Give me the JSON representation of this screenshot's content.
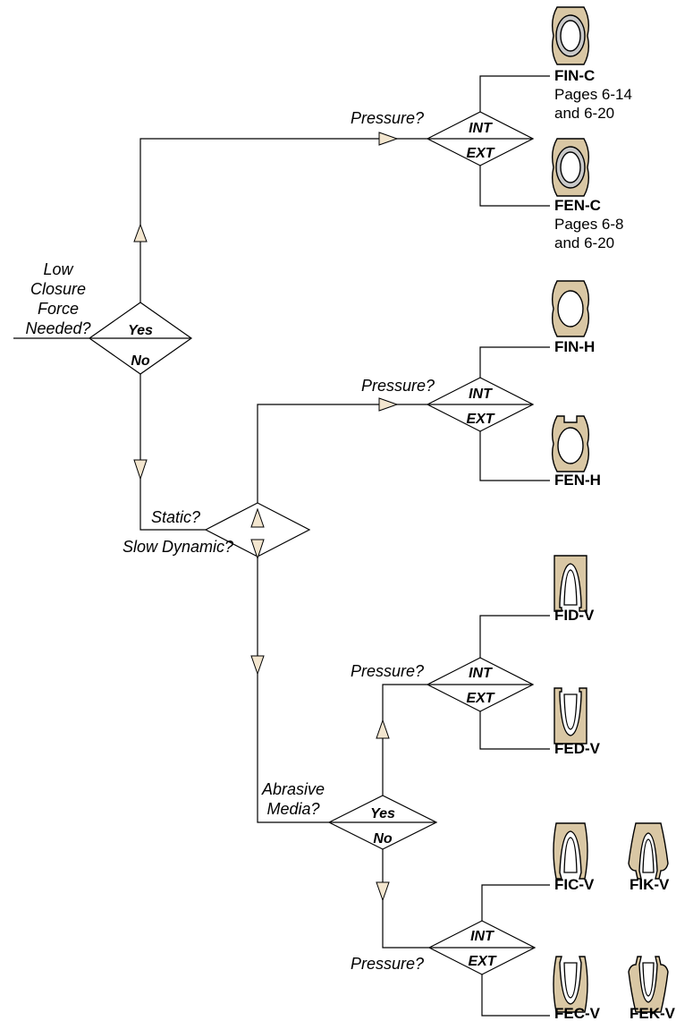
{
  "questions": {
    "low_closure": [
      "Low",
      "Closure",
      "Force",
      "Needed?"
    ],
    "pressure": "Pressure?",
    "static": "Static?",
    "slow_dynamic": "Slow Dynamic?",
    "abrasive": [
      "Abrasive",
      "Media?"
    ]
  },
  "decisions": {
    "yes": "Yes",
    "no": "No",
    "int": "INT",
    "ext": "EXT"
  },
  "products": {
    "fin_c": {
      "name": "FIN-C",
      "pages": [
        "Pages 6-14",
        "and 6-20"
      ]
    },
    "fen_c": {
      "name": "FEN-C",
      "pages": [
        "Pages 6-8",
        "and 6-20"
      ]
    },
    "fin_h": {
      "name": "FIN-H"
    },
    "fen_h": {
      "name": "FEN-H"
    },
    "fid_v": {
      "name": "FID-V"
    },
    "fed_v": {
      "name": "FED-V"
    },
    "fic_v": {
      "name": "FIC-V"
    },
    "fik_v": {
      "name": "FIK-V"
    },
    "fec_v": {
      "name": "FEC-V"
    },
    "fek_v": {
      "name": "FEK-V"
    }
  },
  "colors": {
    "seal_body": "#d9c7a4",
    "arrow_fill": "#f3e6cf",
    "ring": "#c9c9c9"
  }
}
